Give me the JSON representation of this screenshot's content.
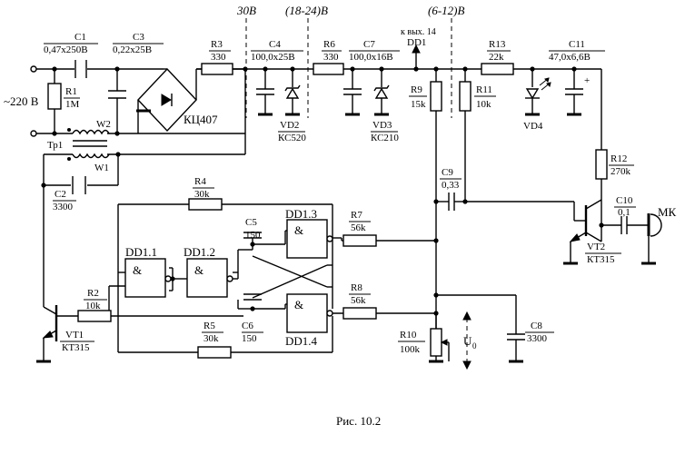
{
  "voltage_labels": {
    "v30": "30В",
    "v18_24": "(18-24)В",
    "v6_12": "(6-12)В",
    "dd1_out": "к вых. 14",
    "dd1": "DD1"
  },
  "components": {
    "C1": {
      "name": "C1",
      "value": "0,47x250В"
    },
    "C3": {
      "name": "C3",
      "value": "0,22x25В"
    },
    "R3": {
      "name": "R3",
      "value": "330"
    },
    "C4": {
      "name": "C4",
      "value": "100,0x25В"
    },
    "R6": {
      "name": "R6",
      "value": "330"
    },
    "C7": {
      "name": "C7",
      "value": "100,0x16В"
    },
    "R13": {
      "name": "R13",
      "value": "22k"
    },
    "C11": {
      "name": "C11",
      "value": "47,0x6,6В"
    },
    "R1": {
      "name": "R1",
      "value": "1M"
    },
    "W2": {
      "name": "W2"
    },
    "W1": {
      "name": "W1"
    },
    "Tr1": {
      "name": "Тр1"
    },
    "bridge": {
      "name": "КЦ407"
    },
    "VD2": {
      "name": "VD2",
      "value": "КС520"
    },
    "VD3": {
      "name": "VD3",
      "value": "КС210"
    },
    "R9": {
      "name": "R9",
      "value": "15k"
    },
    "R11": {
      "name": "R11",
      "value": "10k"
    },
    "VD4": {
      "name": "VD4"
    },
    "C2": {
      "name": "C2",
      "value": "3300"
    },
    "R4": {
      "name": "R4",
      "value": "30k"
    },
    "C5": {
      "name": "C5",
      "value": "150"
    },
    "C6": {
      "name": "C6",
      "value": "150"
    },
    "R7": {
      "name": "R7",
      "value": "56k"
    },
    "R8": {
      "name": "R8",
      "value": "56k"
    },
    "R5": {
      "name": "R5",
      "value": "30k"
    },
    "R2": {
      "name": "R2",
      "value": "10k"
    },
    "VT1": {
      "name": "VT1",
      "value": "КТ315"
    },
    "VT2": {
      "name": "VT2",
      "value": "КТ315"
    },
    "C9": {
      "name": "C9",
      "value": "0,33"
    },
    "R12": {
      "name": "R12",
      "value": "270k"
    },
    "C10": {
      "name": "C10",
      "value": "0,1"
    },
    "R10": {
      "name": "R10",
      "value": "100k"
    },
    "C8": {
      "name": "C8",
      "value": "3300"
    },
    "MK": {
      "name": "МК"
    },
    "DD11": {
      "name": "DD1.1"
    },
    "DD12": {
      "name": "DD1.2"
    },
    "DD13": {
      "name": "DD1.3"
    },
    "DD14": {
      "name": "DD1.4"
    }
  },
  "mains": "~220 В",
  "u0": "U",
  "u0_sub": "0",
  "amp": "&",
  "plus": "+",
  "caption": "Рис. 10.2"
}
